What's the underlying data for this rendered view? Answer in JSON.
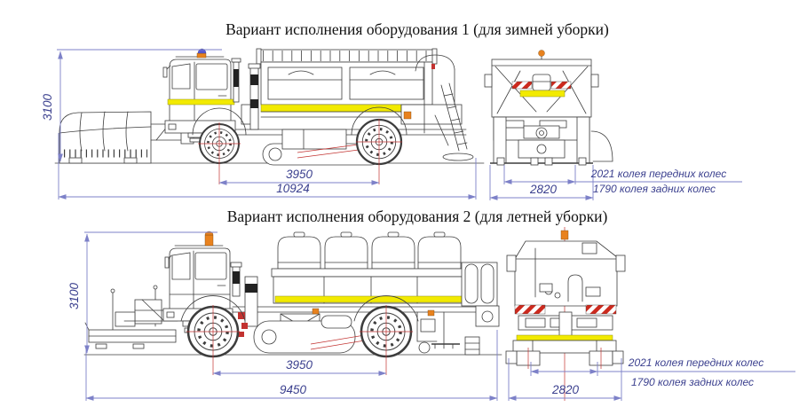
{
  "colors": {
    "outline": "#3d3d3d",
    "dimension_line": "#7d81c8",
    "dimension_text": "#3a3f8e",
    "centerline_red": "#c23230",
    "stripe_yellow": "#f2ea00",
    "beacon_orange": "#e8821e",
    "beacon_blue": "#5a5ad2",
    "hazard_red": "#cc2a1e"
  },
  "variant1": {
    "title": "Вариант исполнения оборудования 1 (для зимней уборки)",
    "dimensions": {
      "overall_height": "3100",
      "wheelbase": "3950",
      "overall_length": "10924",
      "overall_width": "2820",
      "front_track": "2021 колея передних колес",
      "rear_track": "1790 колея задних колес"
    }
  },
  "variant2": {
    "title": "Вариант исполнения оборудования 2 (для летней уборки)",
    "dimensions": {
      "overall_height": "3100",
      "wheelbase": "3950",
      "overall_length": "9450",
      "overall_width": "2820",
      "front_track": "2021 колея передних колес",
      "rear_track": "1790 колея задних колес"
    }
  }
}
